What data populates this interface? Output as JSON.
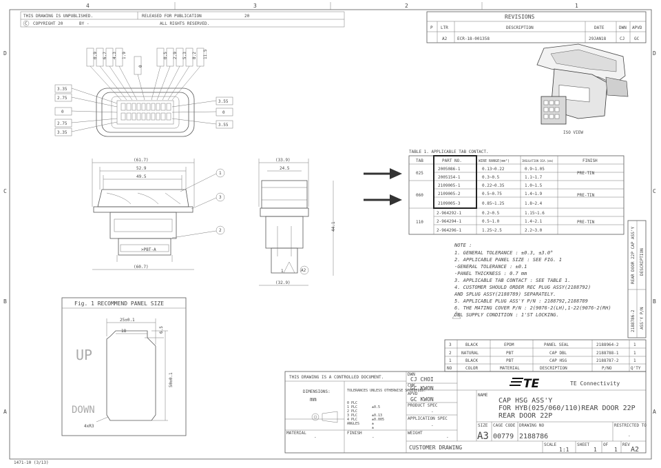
{
  "top_bar": {
    "unpublished": "THIS DRAWING IS UNPUBLISHED.",
    "copyright": "COPYRIGHT 20",
    "copyright_by": "BY -",
    "released": "RELEASED FOR PUBLICATION",
    "year": "20",
    "rights": "ALL RIGHTS RESERVED."
  },
  "zones": {
    "cols": [
      "4",
      "3",
      "2",
      "1"
    ],
    "rows": [
      "D",
      "C",
      "B",
      "A"
    ]
  },
  "revisions": {
    "title": "REVISIONS",
    "headers": [
      "P",
      "LTR",
      "DESCRIPTION",
      "DATE",
      "DWN",
      "APVD"
    ],
    "row": [
      "",
      "A2",
      "ECR-18-001358",
      "29JAN18",
      "CJ",
      "GC"
    ]
  },
  "front_view": {
    "top_dims": [
      "0.9",
      "6.7",
      "4.3",
      "1.9",
      "0",
      "0.5",
      "2.9",
      "5.3",
      "8.2",
      "11.5"
    ],
    "left_dims": [
      "3.35",
      "2.75",
      "0",
      "2.75",
      "3.35"
    ],
    "right_dims": [
      "3.55",
      "0",
      "3.55"
    ]
  },
  "side_view_a": {
    "dims": [
      "(61.7)",
      "52.9",
      "49.5",
      "(60.7)"
    ],
    "callouts": [
      "1",
      "3",
      "2"
    ],
    "marking": ">PBT-A"
  },
  "side_view_b": {
    "dims": [
      "(33.9)",
      "24.5",
      "44.1",
      "(32.9)"
    ],
    "note_ref": "1",
    "rev_ref": "A2"
  },
  "iso_view": {
    "label": "ISO VIEW"
  },
  "table1": {
    "title": "TABLE 1. APPLICABLE TAB CONTACT.",
    "headers": [
      "TAB",
      "PART NO.",
      "WIRE RANGE(mm²)",
      "INSULATION DIA.(mm)",
      "FINISH"
    ],
    "groups": [
      {
        "tab": "025",
        "finish": "PRE-TIN",
        "rows": [
          [
            "2005086-1",
            "0.13~0.22",
            "0.9~1.05"
          ],
          [
            "2005154-1",
            "0.3~0.5",
            "1.1~1.7"
          ]
        ]
      },
      {
        "tab": "060",
        "finish": "PRE-TIN",
        "rows": [
          [
            "2109005-1",
            "0.22~0.35",
            "1.0~1.5"
          ],
          [
            "2109005-2",
            "0.5~0.75",
            "1.4~1.9"
          ],
          [
            "2109005-3",
            "0.85~1.25",
            "1.8~2.4"
          ]
        ]
      },
      {
        "tab": "110",
        "finish": "PRE-TIN",
        "rows": [
          [
            "2-964292-1",
            "0.2~0.5",
            "1.15~1.6"
          ],
          [
            "2-964294-1",
            "0.5~1.0",
            "1.4~2.1"
          ],
          [
            "2-964296-1",
            "1.25~2.5",
            "2.2~3.0"
          ]
        ]
      }
    ]
  },
  "notes": {
    "title": "NOTE :",
    "lines": [
      "1. GENERAL TOLERANCE : ±0.3, ±3.0°",
      "2. APPLICABLE PANEL SIZE : SEE FIG. 1",
      "   -GENERAL TOLERANCE : ±0.1",
      "   -PANEL THICKNESS : 0.7 mm",
      "3. APPLICABLE TAB CONTACT : SEE TABLE 1.",
      "4. CUSTOMER SHOULD ORDER REC PLUG ASSY(2188792)",
      "   AND SPLUG ASSY(2188789) SEPARATELY.",
      "5. APPLICABLE PLUG ASS'Y P/N : 2188792,2188789",
      "6. THE MATING COVER P/N : 2(9076-2(LH),1-22(9076-2(RH)",
      "   DBL SUPPLY CONDITION : 1'ST LOCKING."
    ]
  },
  "side_tab": {
    "top": "REAR DOOR 22P CAP ASS'Y",
    "top_label": "DESCRIPTION",
    "bottom": "2188786-2",
    "bottom_label": "ASS'Y P/N"
  },
  "bom": {
    "rows": [
      [
        "3",
        "BLACK",
        "EPDM",
        "PANEL SEAL",
        "2188964-2",
        "1"
      ],
      [
        "2",
        "NATURAL",
        "PBT",
        "CAP DBL",
        "2188788-1",
        "1"
      ],
      [
        "1",
        "BLACK",
        "PBT",
        "CAP HSG",
        "2188787-2",
        "1"
      ]
    ],
    "headers": [
      "NO",
      "COLOR",
      "MATERIAL",
      "DESCRIPTION",
      "P/NO",
      "Q'TY"
    ]
  },
  "fig1": {
    "title": "Fig. 1 RECOMMEND PANEL SIZE",
    "up": "UP",
    "down": "DOWN",
    "dims": [
      "25±0.1",
      "18",
      "6.5",
      "50±0.1",
      "4xR3"
    ]
  },
  "title_block": {
    "controlled": "THIS DRAWING IS A CONTROLLED DOCUMENT.",
    "dwn_label": "DWN",
    "dwn": "CJ CHOI",
    "chk_label": "CHK",
    "chk": "GC KWON",
    "apvd_label": "APVD",
    "apvd": "GC KWON",
    "product_spec": "PRODUCT SPEC",
    "application_spec": "APPLICATION SPEC",
    "weight": "WEIGHT",
    "dimensions": "DIMENSIONS:",
    "mm": "mm",
    "tolerances": "TOLERANCES UNLESS OTHERWISE SPECIFIED:",
    "tol_rows": [
      "0 PLC",
      "1 PLC",
      "2 PLC",
      "3 PLC",
      "4 PLC",
      "ANGLES"
    ],
    "tol_vals": [
      "±0.5",
      "±0.13",
      "±0.005",
      "±",
      "±"
    ],
    "material": "MATERIAL",
    "finish": "FINISH",
    "dash": "-",
    "company": "TE Connectivity",
    "logo": "TE",
    "name_label": "NAME",
    "name_lines": [
      "CAP HSG ASS'Y",
      "FOR HYB(025/060/110)REAR DOOR 22P",
      "REAR DOOR 22P"
    ],
    "size_label": "SIZE",
    "size": "A3",
    "cage_label": "CAGE CODE",
    "cage": "00779",
    "dwg_label": "DRAWING NO",
    "dwg": "2188786",
    "restricted": "RESTRICTED TO",
    "customer_drawing": "CUSTOMER DRAWING",
    "scale_label": "SCALE",
    "scale": "1:1",
    "sheet_label": "SHEET",
    "sheet": "1",
    "of_label": "OF",
    "of": "1",
    "rev_label": "REV",
    "rev": "A2"
  },
  "footer": {
    "form": "1471-10 (3/13)"
  }
}
